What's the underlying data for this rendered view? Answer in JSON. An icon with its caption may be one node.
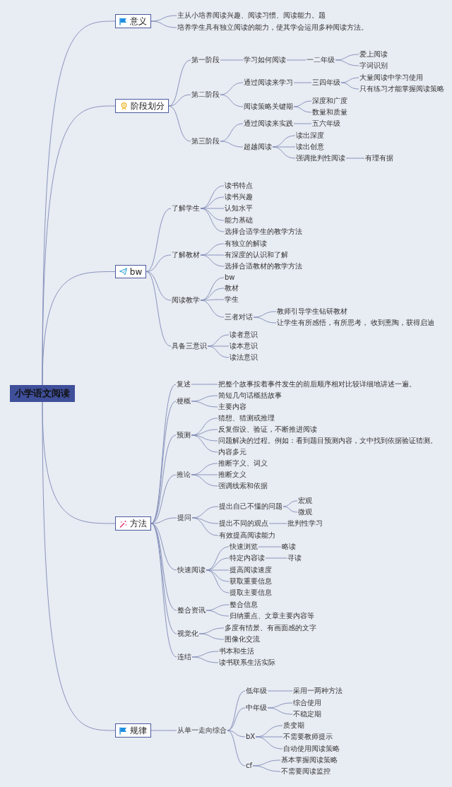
{
  "diagram": {
    "nodes": [
      {
        "text": [
          "小学语文阅读"
        ]
      },
      {
        "text": [
          "意义"
        ]
      },
      {
        "text": [
          "主从小培养阅读兴趣、阅读习惯、阅读能力。题"
        ]
      },
      {
        "text": [
          "培养学生具有独立阅读的能力，使其学会运用多种阅读方法。"
        ]
      },
      {
        "text": [
          "阶段划分"
        ]
      },
      {
        "text": [
          "第一阶段"
        ]
      },
      {
        "text": [
          "学习如何阅读"
        ]
      },
      {
        "text": [
          "一二年级"
        ]
      },
      {
        "text": [
          "爱上阅读"
        ]
      },
      {
        "text": [
          "字词识别"
        ]
      },
      {
        "text": [
          "第二阶段"
        ]
      },
      {
        "text": [
          "通过阅读来学习"
        ]
      },
      {
        "text": [
          "三四年级"
        ]
      },
      {
        "text": [
          "大量阅读中学习使用"
        ]
      },
      {
        "text": [
          "只有练习才能掌握阅读策略"
        ]
      },
      {
        "text": [
          "阅读策略关键期"
        ]
      },
      {
        "text": [
          "深度和广度"
        ]
      },
      {
        "text": [
          "数量和质量"
        ]
      },
      {
        "text": [
          "第三阶段"
        ]
      },
      {
        "text": [
          "通过阅读来实践"
        ]
      },
      {
        "text": [
          "五六年级"
        ]
      },
      {
        "text": [
          "超越阅读"
        ]
      },
      {
        "text": [
          "读出深度"
        ]
      },
      {
        "text": [
          "读出创意"
        ]
      },
      {
        "text": [
          "强调批判性阅读"
        ]
      },
      {
        "text": [
          "有理有据"
        ]
      },
      {
        "text": [
          "bw"
        ]
      },
      {
        "text": [
          "了解学生"
        ]
      },
      {
        "text": [
          "读书特点"
        ]
      },
      {
        "text": [
          "读书兴趣"
        ]
      },
      {
        "text": [
          "认知水平"
        ]
      },
      {
        "text": [
          "能力基础"
        ]
      },
      {
        "text": [
          "选择合适学生的教学方法"
        ]
      },
      {
        "text": [
          "了解教材"
        ]
      },
      {
        "text": [
          "有独立的解读"
        ]
      },
      {
        "text": [
          "有深度的认识和了解"
        ]
      },
      {
        "text": [
          "选择合适教材的教学方法"
        ]
      },
      {
        "text": [
          "阅读教学"
        ]
      },
      {
        "text": [
          "bw"
        ]
      },
      {
        "text": [
          "教材"
        ]
      },
      {
        "text": [
          "学生"
        ]
      },
      {
        "text": [
          "三者对话"
        ]
      },
      {
        "text": [
          "教师引导学生钻研教材"
        ]
      },
      {
        "text": [
          "让学生有所感悟，有所思考， 收到熏陶，获得启迪"
        ]
      },
      {
        "text": [
          "具备三意识"
        ]
      },
      {
        "text": [
          "读者意识"
        ]
      },
      {
        "text": [
          "读本意识"
        ]
      },
      {
        "text": [
          "读法意识"
        ]
      },
      {
        "text": [
          "方法"
        ]
      },
      {
        "text": [
          "复述"
        ]
      },
      {
        "text": [
          "把整个故事按着事件发生的前后顺序相对比较详细地讲述一遍。"
        ]
      },
      {
        "text": [
          "梗概"
        ]
      },
      {
        "text": [
          "简短几句话概括故事"
        ]
      },
      {
        "text": [
          "主要内容"
        ]
      },
      {
        "text": [
          "预测"
        ]
      },
      {
        "text": [
          "猜想、猜测或推理"
        ]
      },
      {
        "text": [
          "反复假设、验证，不断推进阅读"
        ]
      },
      {
        "text": [
          "问题解决的过程。例如：看到题目预测内容，文中找到依据验证猜测。"
        ]
      },
      {
        "text": [
          "内容多元"
        ]
      },
      {
        "text": [
          "推论"
        ]
      },
      {
        "text": [
          "推断字义、词义"
        ]
      },
      {
        "text": [
          "推断文义"
        ]
      },
      {
        "text": [
          "强调线索和依据"
        ]
      },
      {
        "text": [
          "提问"
        ]
      },
      {
        "text": [
          "提出自己不懂的问题"
        ]
      },
      {
        "text": [
          "宏观"
        ]
      },
      {
        "text": [
          "微观"
        ]
      },
      {
        "text": [
          "提出不同的观点"
        ]
      },
      {
        "text": [
          "批判性学习"
        ]
      },
      {
        "text": [
          "有效提高阅读能力"
        ]
      },
      {
        "text": [
          "快速阅读"
        ]
      },
      {
        "text": [
          "快速浏览"
        ]
      },
      {
        "text": [
          "略读"
        ]
      },
      {
        "text": [
          "特定内容读"
        ]
      },
      {
        "text": [
          "寻读"
        ]
      },
      {
        "text": [
          "提高阅读速度"
        ]
      },
      {
        "text": [
          "获取重要信息"
        ]
      },
      {
        "text": [
          "提取主要信息"
        ]
      },
      {
        "text": [
          "整合资讯"
        ]
      },
      {
        "text": [
          "整合信息"
        ]
      },
      {
        "text": [
          "归纳重点、文章主要内容等"
        ]
      },
      {
        "text": [
          "视觉化"
        ]
      },
      {
        "text": [
          "多度有情景、有画面感的文字"
        ]
      },
      {
        "text": [
          "图像化交流"
        ]
      },
      {
        "text": [
          "连结"
        ]
      },
      {
        "text": [
          "书本和生活"
        ]
      },
      {
        "text": [
          "读书联系生活实际"
        ]
      },
      {
        "text": [
          "规律"
        ]
      },
      {
        "text": [
          "从单一走向综合"
        ]
      },
      {
        "text": [
          "低年级"
        ]
      },
      {
        "text": [
          "采用一两种方法"
        ]
      },
      {
        "text": [
          "中年级"
        ]
      },
      {
        "text": [
          "综合使用"
        ]
      },
      {
        "text": [
          "不稳定期"
        ]
      },
      {
        "text": [
          "bX"
        ]
      },
      {
        "text": [
          "质变期"
        ]
      },
      {
        "text": [
          "不需要教师提示"
        ]
      },
      {
        "text": [
          "自动使用阅读策略"
        ]
      },
      {
        "text": [
          "cf"
        ]
      },
      {
        "text": [
          "基本掌握阅读策略"
        ]
      },
      {
        "text": [
          "不需要阅读监控"
        ]
      }
    ],
    "edges": [
      {
        "from": 0,
        "to": 1,
        "arrow": "none"
      },
      {
        "from": 0,
        "to": 4,
        "arrow": "none"
      },
      {
        "from": 0,
        "to": 26,
        "arrow": "none"
      },
      {
        "from": 0,
        "to": 48,
        "arrow": "none"
      },
      {
        "from": 0,
        "to": 87,
        "arrow": "none"
      },
      {
        "from": 1,
        "to": 2,
        "arrow": "none"
      },
      {
        "from": 1,
        "to": 3,
        "arrow": "none"
      },
      {
        "from": 4,
        "to": 5,
        "arrow": "none"
      },
      {
        "from": 4,
        "to": 10,
        "arrow": "none"
      },
      {
        "from": 4,
        "to": 18,
        "arrow": "none"
      },
      {
        "from": 5,
        "to": 6,
        "arrow": "none"
      },
      {
        "from": 6,
        "to": 7,
        "arrow": "none"
      },
      {
        "from": 7,
        "to": 8,
        "arrow": "none"
      },
      {
        "from": 7,
        "to": 9,
        "arrow": "none"
      },
      {
        "from": 10,
        "to": 11,
        "arrow": "none"
      },
      {
        "from": 10,
        "to": 15,
        "arrow": "none"
      },
      {
        "from": 11,
        "to": 12,
        "arrow": "none"
      },
      {
        "from": 12,
        "to": 13,
        "arrow": "none"
      },
      {
        "from": 12,
        "to": 14,
        "arrow": "none"
      },
      {
        "from": 15,
        "to": 16,
        "arrow": "none"
      },
      {
        "from": 15,
        "to": 17,
        "arrow": "none"
      },
      {
        "from": 18,
        "to": 19,
        "arrow": "none"
      },
      {
        "from": 18,
        "to": 21,
        "arrow": "none"
      },
      {
        "from": 19,
        "to": 20,
        "arrow": "none"
      },
      {
        "from": 21,
        "to": 22,
        "arrow": "none"
      },
      {
        "from": 21,
        "to": 23,
        "arrow": "none"
      },
      {
        "from": 21,
        "to": 24,
        "arrow": "none"
      },
      {
        "from": 24,
        "to": 25,
        "arrow": "none"
      },
      {
        "from": 26,
        "to": 27,
        "arrow": "none"
      },
      {
        "from": 26,
        "to": 33,
        "arrow": "none"
      },
      {
        "from": 26,
        "to": 37,
        "arrow": "none"
      },
      {
        "from": 26,
        "to": 44,
        "arrow": "none"
      },
      {
        "from": 27,
        "to": 28,
        "arrow": "none"
      },
      {
        "from": 27,
        "to": 29,
        "arrow": "none"
      },
      {
        "from": 27,
        "to": 30,
        "arrow": "none"
      },
      {
        "from": 27,
        "to": 31,
        "arrow": "none"
      },
      {
        "from": 27,
        "to": 32,
        "arrow": "none"
      },
      {
        "from": 33,
        "to": 34,
        "arrow": "none"
      },
      {
        "from": 33,
        "to": 35,
        "arrow": "none"
      },
      {
        "from": 33,
        "to": 36,
        "arrow": "none"
      },
      {
        "from": 37,
        "to": 38,
        "arrow": "none"
      },
      {
        "from": 37,
        "to": 39,
        "arrow": "none"
      },
      {
        "from": 37,
        "to": 40,
        "arrow": "none"
      },
      {
        "from": 37,
        "to": 41,
        "arrow": "none"
      },
      {
        "from": 41,
        "to": 42,
        "arrow": "none"
      },
      {
        "from": 41,
        "to": 43,
        "arrow": "none"
      },
      {
        "from": 44,
        "to": 45,
        "arrow": "none"
      },
      {
        "from": 44,
        "to": 46,
        "arrow": "none"
      },
      {
        "from": 44,
        "to": 47,
        "arrow": "none"
      },
      {
        "from": 48,
        "to": 49,
        "arrow": "none"
      },
      {
        "from": 48,
        "to": 51,
        "arrow": "none"
      },
      {
        "from": 48,
        "to": 54,
        "arrow": "none"
      },
      {
        "from": 48,
        "to": 59,
        "arrow": "none"
      },
      {
        "from": 48,
        "to": 63,
        "arrow": "none"
      },
      {
        "from": 48,
        "to": 70,
        "arrow": "none"
      },
      {
        "from": 48,
        "to": 78,
        "arrow": "none"
      },
      {
        "from": 48,
        "to": 81,
        "arrow": "none"
      },
      {
        "from": 48,
        "to": 84,
        "arrow": "none"
      },
      {
        "from": 49,
        "to": 50,
        "arrow": "none"
      },
      {
        "from": 51,
        "to": 52,
        "arrow": "none"
      },
      {
        "from": 51,
        "to": 53,
        "arrow": "none"
      },
      {
        "from": 54,
        "to": 55,
        "arrow": "none"
      },
      {
        "from": 54,
        "to": 56,
        "arrow": "none"
      },
      {
        "from": 54,
        "to": 57,
        "arrow": "none"
      },
      {
        "from": 54,
        "to": 58,
        "arrow": "none"
      },
      {
        "from": 59,
        "to": 60,
        "arrow": "none"
      },
      {
        "from": 59,
        "to": 61,
        "arrow": "none"
      },
      {
        "from": 59,
        "to": 62,
        "arrow": "none"
      },
      {
        "from": 63,
        "to": 64,
        "arrow": "none"
      },
      {
        "from": 63,
        "to": 67,
        "arrow": "none"
      },
      {
        "from": 63,
        "to": 69,
        "arrow": "none"
      },
      {
        "from": 64,
        "to": 65,
        "arrow": "none"
      },
      {
        "from": 64,
        "to": 66,
        "arrow": "none"
      },
      {
        "from": 67,
        "to": 68,
        "arrow": "none"
      },
      {
        "from": 70,
        "to": 71,
        "arrow": "none"
      },
      {
        "from": 70,
        "to": 73,
        "arrow": "none"
      },
      {
        "from": 70,
        "to": 75,
        "arrow": "none"
      },
      {
        "from": 70,
        "to": 76,
        "arrow": "none"
      },
      {
        "from": 70,
        "to": 77,
        "arrow": "none"
      },
      {
        "from": 71,
        "to": 72,
        "arrow": "none"
      },
      {
        "from": 73,
        "to": 74,
        "arrow": "none"
      },
      {
        "from": 78,
        "to": 79,
        "arrow": "none"
      },
      {
        "from": 78,
        "to": 80,
        "arrow": "none"
      },
      {
        "from": 81,
        "to": 82,
        "arrow": "none"
      },
      {
        "from": 81,
        "to": 83,
        "arrow": "none"
      },
      {
        "from": 84,
        "to": 85,
        "arrow": "none"
      },
      {
        "from": 84,
        "to": 86,
        "arrow": "none"
      },
      {
        "from": 87,
        "to": 88,
        "arrow": "none"
      },
      {
        "from": 88,
        "to": 89,
        "arrow": "none"
      },
      {
        "from": 88,
        "to": 91,
        "arrow": "none"
      },
      {
        "from": 88,
        "to": 94,
        "arrow": "none"
      },
      {
        "from": 88,
        "to": 98,
        "arrow": "none"
      },
      {
        "from": 89,
        "to": 90,
        "arrow": "none"
      },
      {
        "from": 91,
        "to": 92,
        "arrow": "none"
      },
      {
        "from": 91,
        "to": 93,
        "arrow": "none"
      },
      {
        "from": 94,
        "to": 95,
        "arrow": "none"
      },
      {
        "from": 94,
        "to": 96,
        "arrow": "none"
      },
      {
        "from": 94,
        "to": 97,
        "arrow": "none"
      },
      {
        "from": 98,
        "to": 99,
        "arrow": "none"
      },
      {
        "from": 98,
        "to": 100,
        "arrow": "none"
      }
    ]
  }
}
